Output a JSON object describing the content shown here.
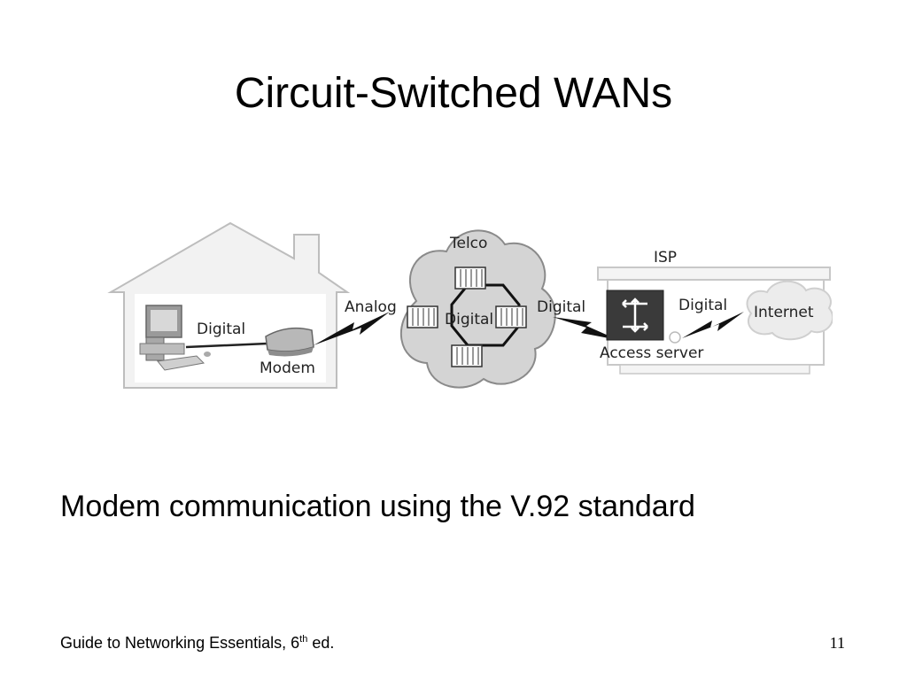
{
  "slide": {
    "title": "Circuit-Switched WANs",
    "caption": "Modem communication using the V.92 standard",
    "footer_text": "Guide to Networking Essentials, 6",
    "footer_sup": "th",
    "footer_suffix": " ed.",
    "page_number": "11"
  },
  "diagram": {
    "labels": {
      "house_digital": "Digital",
      "modem": "Modem",
      "analog": "Analog",
      "telco": "Telco",
      "telco_digital": "Digital",
      "telco_isp_digital": "Digital",
      "isp": "ISP",
      "isp_internet_digital": "Digital",
      "internet": "Internet",
      "access_server": "Access server"
    },
    "colors": {
      "house_fill": "#f2f2f2",
      "house_stroke": "#bdbdbd",
      "cloud_fill": "#d4d4d4",
      "cloud_stroke": "#8a8a8a",
      "access_server_fill": "#3a3a3a",
      "internet_fill": "#ececec"
    }
  }
}
